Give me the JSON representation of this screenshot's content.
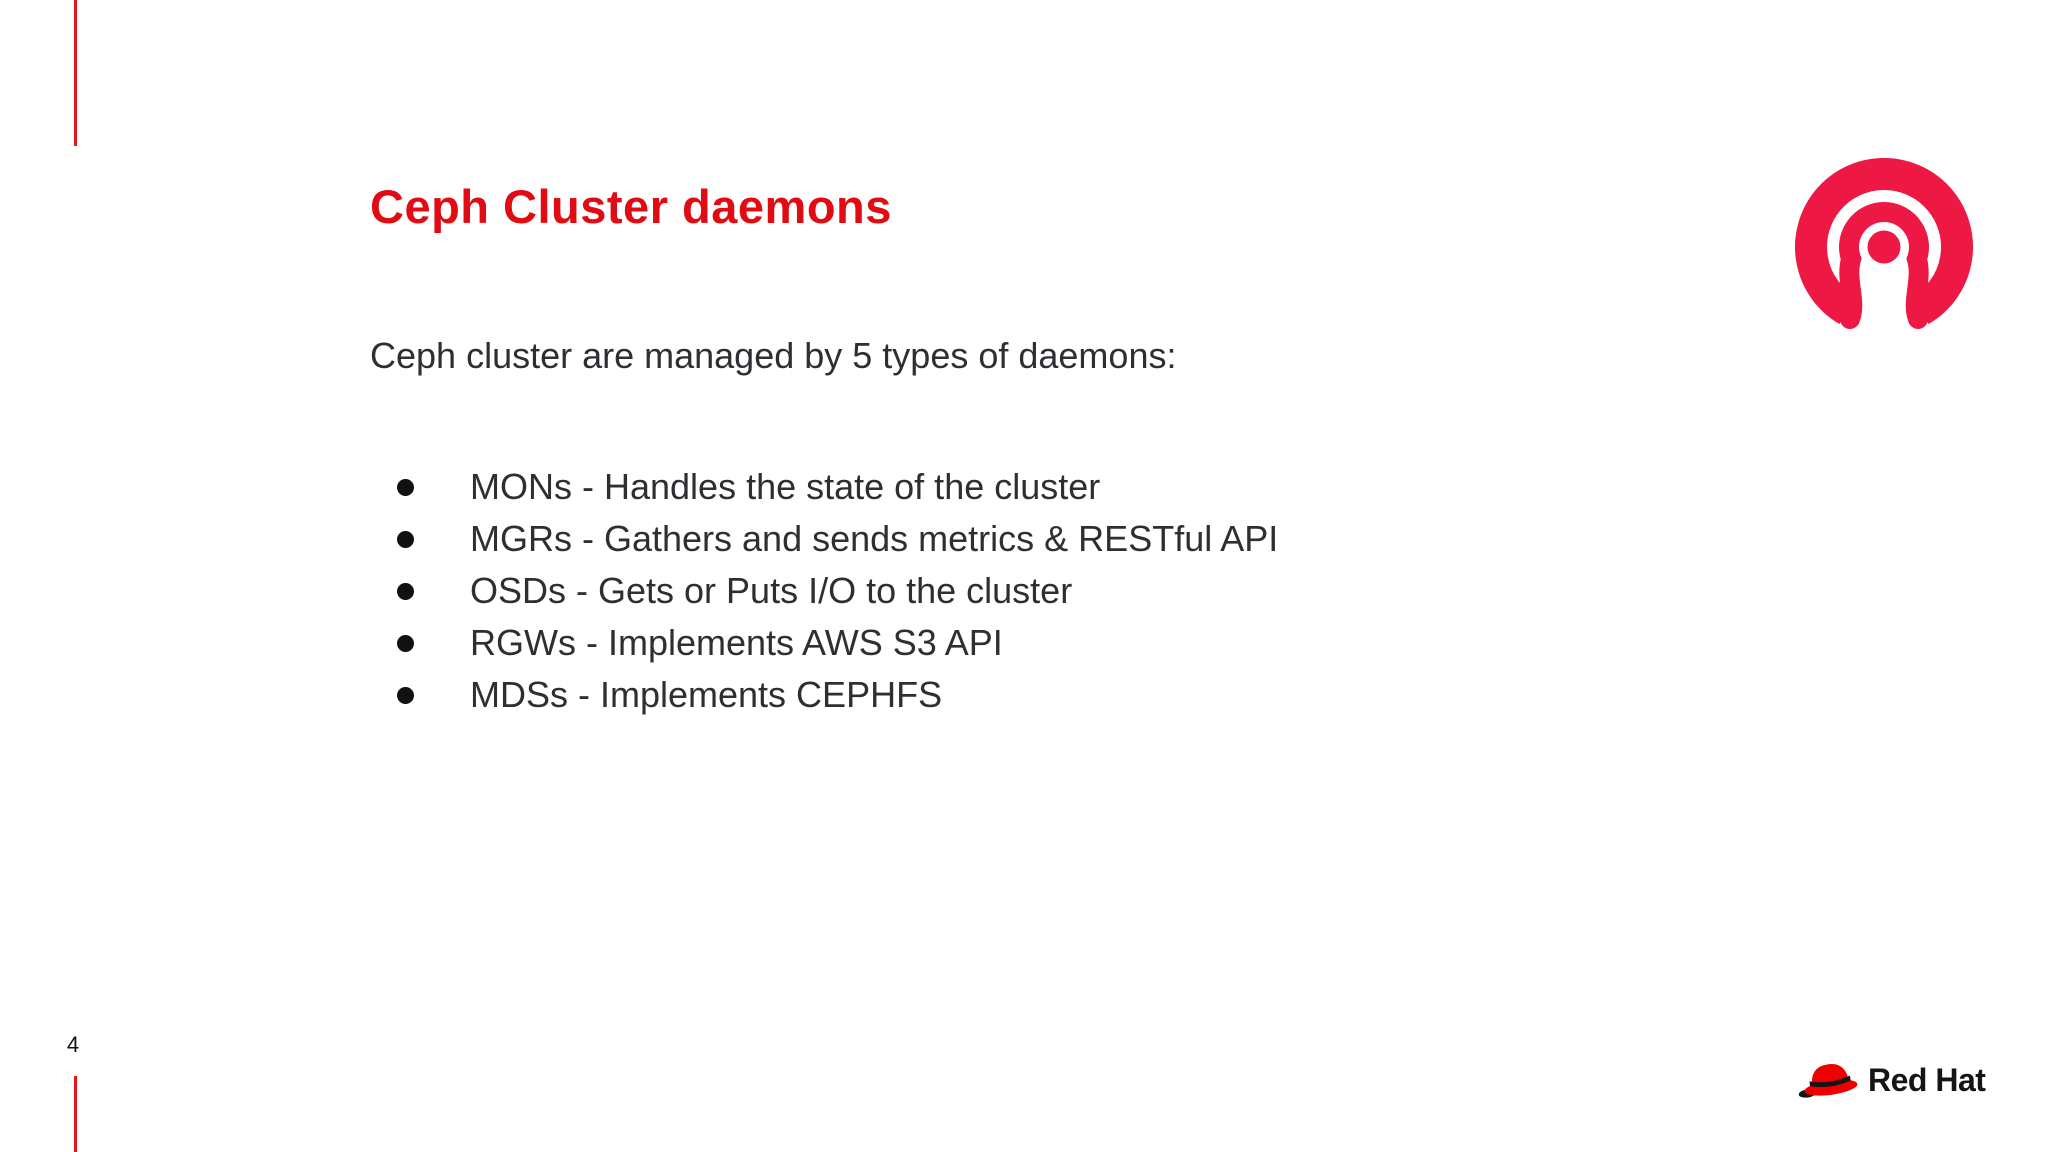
{
  "slide": {
    "title": "Ceph Cluster daemons",
    "intro": "Ceph cluster are managed by 5 types of daemons:",
    "bullets": [
      "MONs - Handles the state of the cluster",
      "MGRs - Gathers and sends metrics & RESTful API",
      "OSDs - Gets or Puts I/O to the cluster",
      "RGWs - Implements AWS S3 API",
      "MDSs - Implements CEPHFS"
    ],
    "page_number": "4"
  },
  "branding": {
    "redhat_wordmark": "Red Hat"
  },
  "colors": {
    "background": "#ffffff",
    "title_red": "#e00b13",
    "accent_line_red": "#e4151b",
    "ceph_logo_crimson": "#ed1944",
    "redhat_hat_red": "#ee0000",
    "body_text": "#2e2e33",
    "bullet_dot": "#111111",
    "wordmark_black": "#151515"
  }
}
